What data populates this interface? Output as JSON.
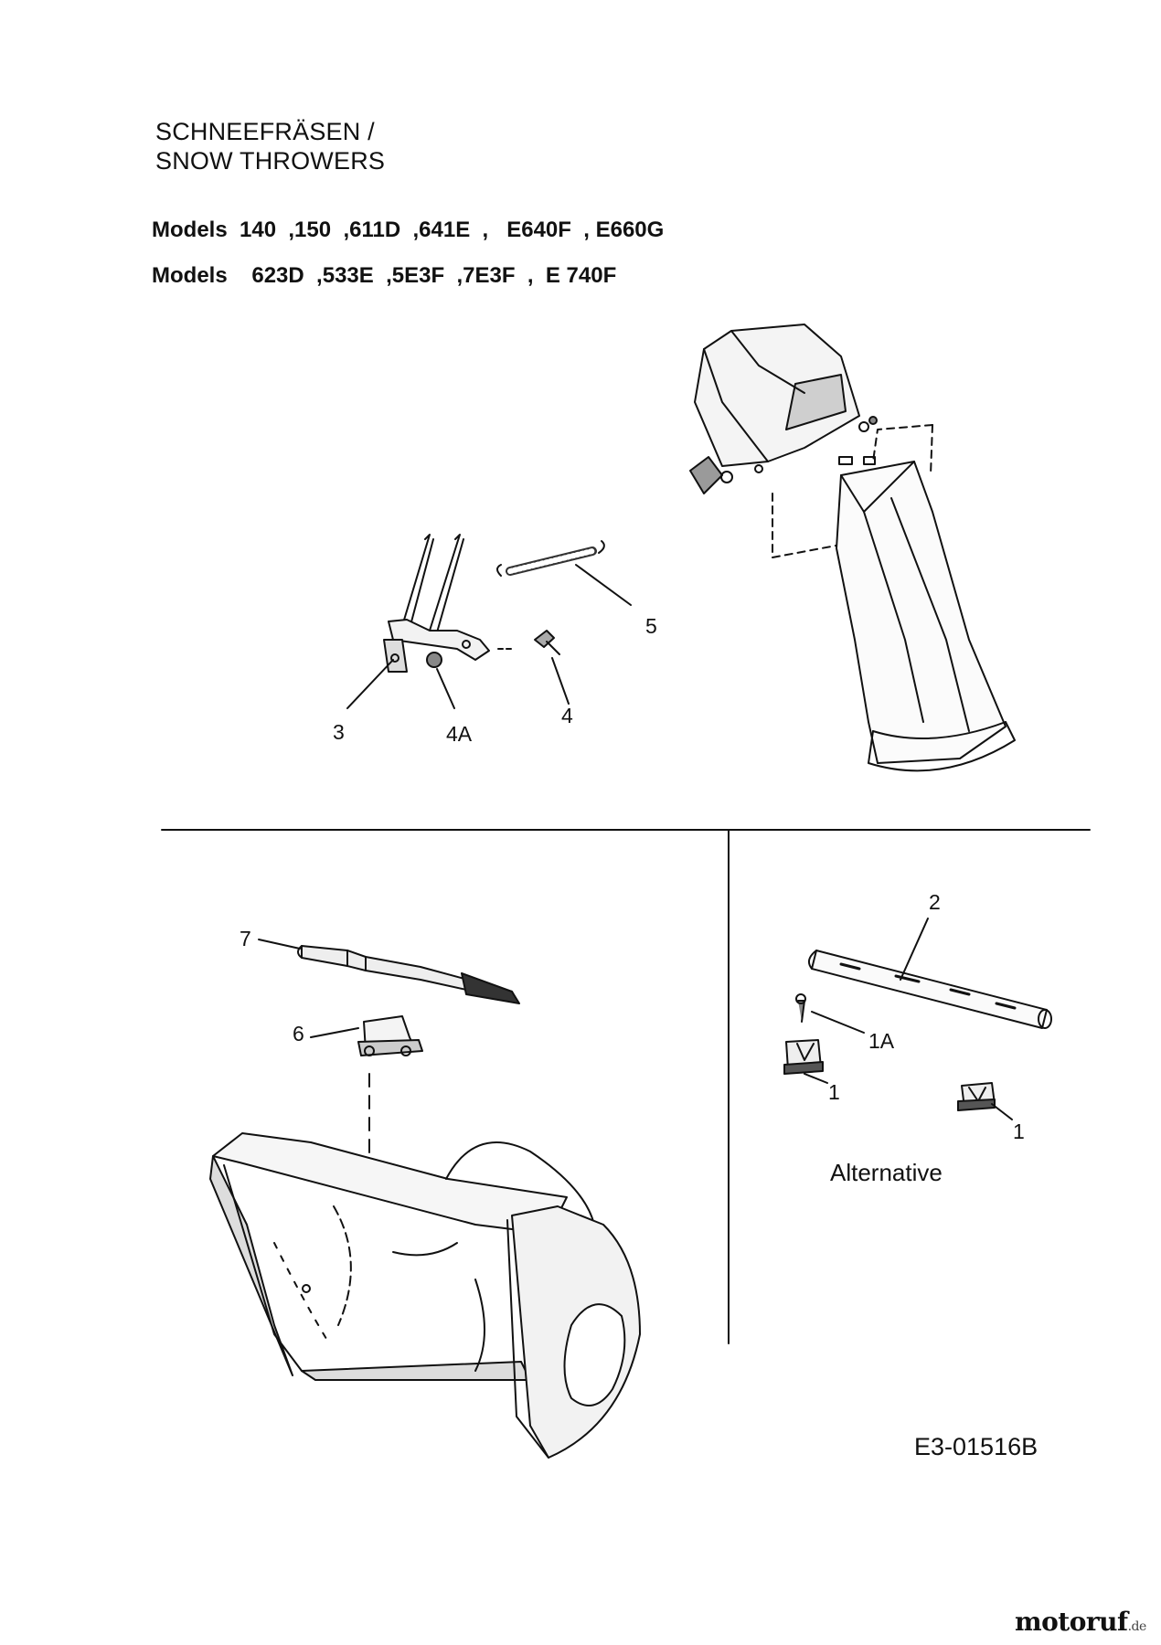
{
  "header": {
    "title_de": "SCHNEEFRÄSEN /",
    "title_en": "SNOW THROWERS",
    "models_line1": "Models  140  ,150  ,611D  ,641E  ,   E640F  , E660G",
    "models_line2": "Models    623D  ,533E  ,5E3F  ,7E3F  ,  E 740F"
  },
  "callouts": {
    "c1a": "1",
    "c1b": "1",
    "c1A": "1A",
    "c2": "2",
    "c3": "3",
    "c4": "4",
    "c4A": "4A",
    "c5": "5",
    "c6": "6",
    "c7": "7"
  },
  "alternative_label": "Alternative",
  "drawing_code": "E3-01516B",
  "watermark": {
    "main": "motoruf",
    "suffix": ".de"
  },
  "colors": {
    "line": "#111111",
    "fill_gray": "#8a8a8a",
    "watermark_o": "#d98a1c"
  }
}
